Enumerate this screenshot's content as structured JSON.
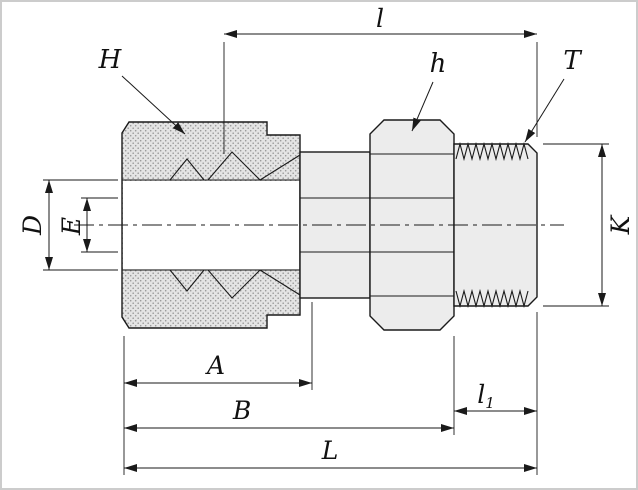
{
  "drawing": {
    "labels": {
      "l_top": "l",
      "nut_callout": "H",
      "hex_callout": "h",
      "thread_callout": "T",
      "tube_bore_dia": "D",
      "through_bore_dia": "E",
      "right_height": "K",
      "nut_length": "A",
      "body_length": "B",
      "thread_length_base": "l",
      "thread_length_sub": "1",
      "overall_length": "L"
    },
    "colors": {
      "stroke": "#1a1a1a",
      "body_fill": "#ececec",
      "nut_fill": "#e4e4e4",
      "knurl_dot": "#999999",
      "background": "#ffffff",
      "frame_border": "#cccccc"
    }
  }
}
